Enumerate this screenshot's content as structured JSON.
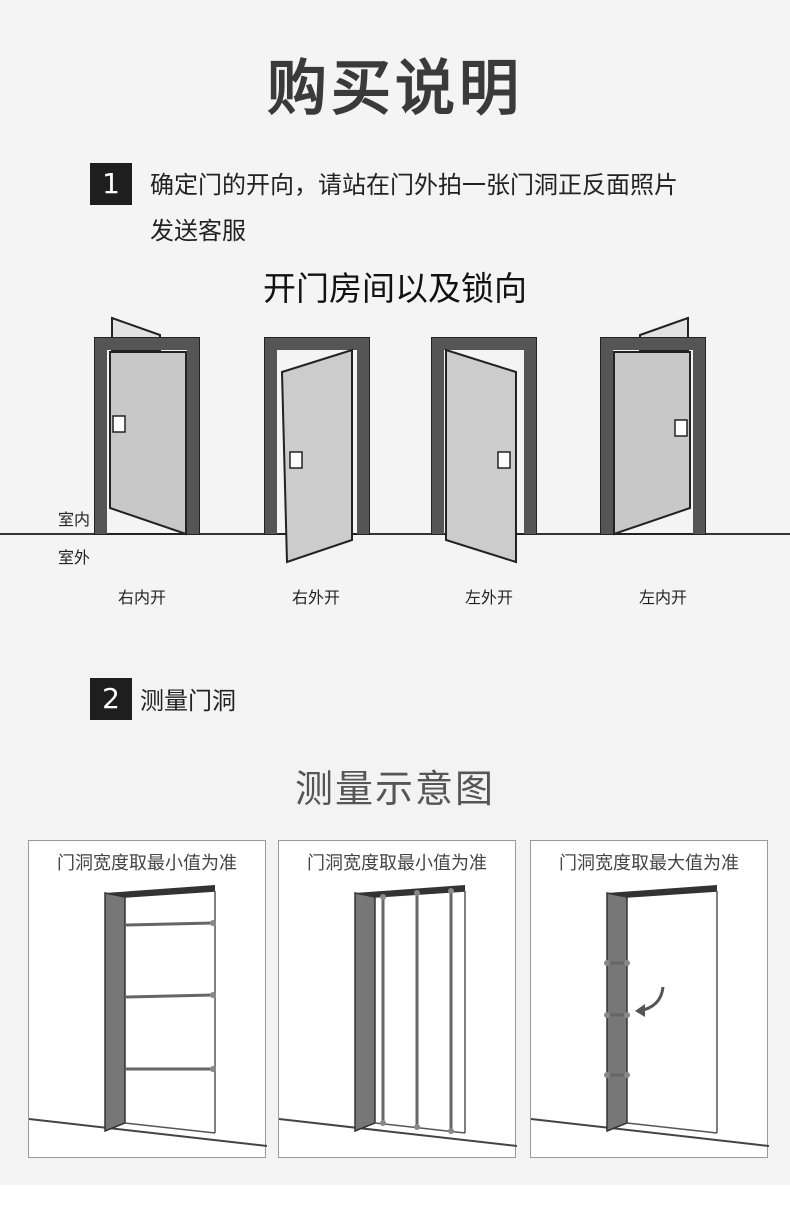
{
  "title": "购买说明",
  "step1": {
    "number": "1",
    "line1": "确定门的开向，请站在门外拍一张门洞正反面照片",
    "line2": "发送客服",
    "subtitle": "开门房间以及锁向",
    "indoor_label": "室内",
    "outdoor_label": "室外",
    "doors": [
      "右内开",
      "右外开",
      "左外开",
      "左内开"
    ]
  },
  "step2": {
    "number": "2",
    "text": "测量门洞",
    "subtitle": "测量示意图",
    "panels": [
      "门洞宽度取最小值为准",
      "门洞宽度取最小值为准",
      "门洞宽度取最大值为准"
    ]
  }
}
